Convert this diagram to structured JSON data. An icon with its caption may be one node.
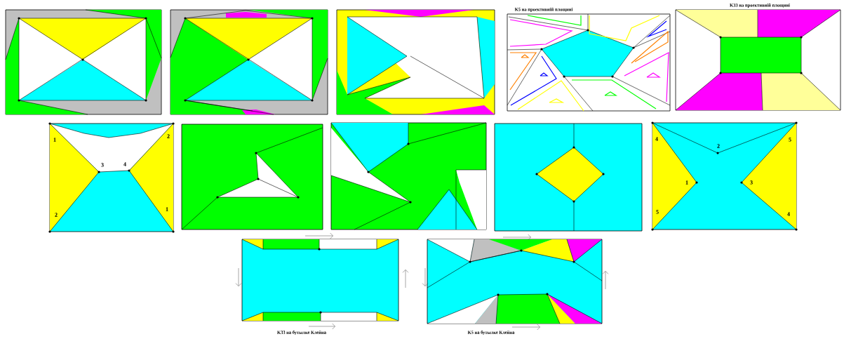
{
  "diagram": {
    "labels": [
      "K5 на проективній площині",
      "K33 на проективній площині",
      "1",
      "2",
      "3",
      "4",
      "2",
      "1",
      "4",
      "5",
      "2",
      "1",
      "3",
      "5",
      "4",
      "K33 на бутылке Клейна",
      "K5 на бутылке Клейна"
    ]
  }
}
